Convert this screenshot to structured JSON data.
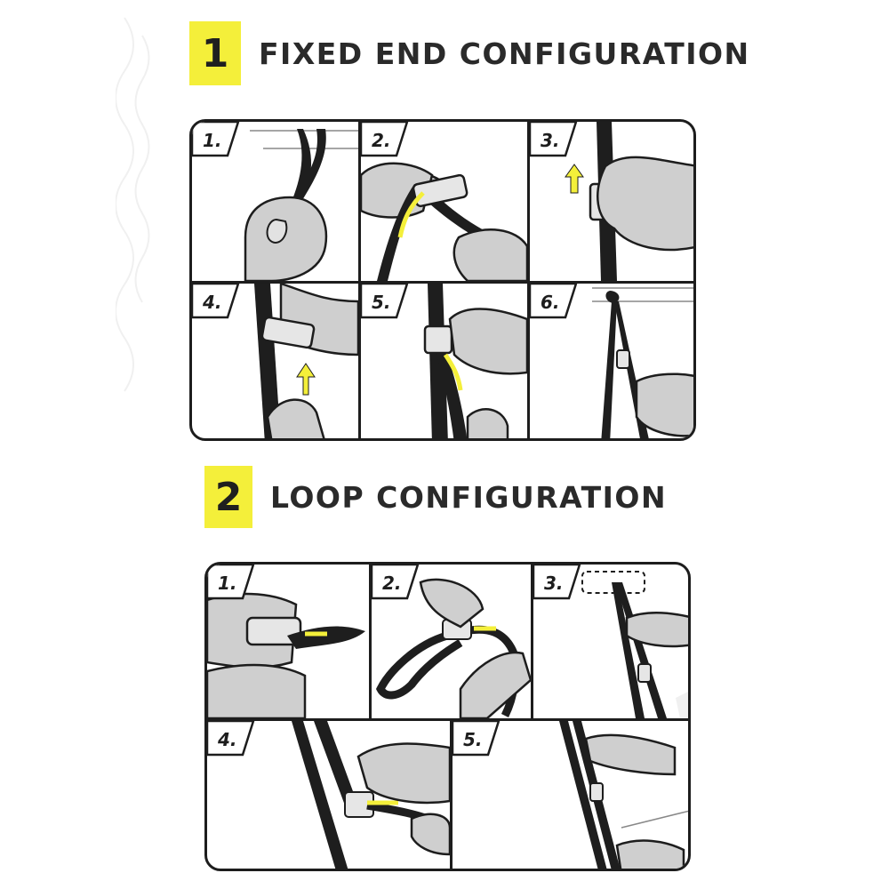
{
  "sections": [
    {
      "number": "1",
      "title": "FIXED END CONFIGURATION",
      "steps": [
        "1.",
        "2.",
        "3.",
        "4.",
        "5.",
        "6."
      ]
    },
    {
      "number": "2",
      "title": "LOOP CONFIGURATION",
      "steps": [
        "1.",
        "2.",
        "3.",
        "4.",
        "5."
      ]
    }
  ],
  "colors": {
    "accent_yellow": "#f4ef3a",
    "strap": "#1e1e1e",
    "hand_fill": "#cfcfcf",
    "buckle_fill": "#e6e6e6",
    "outline": "#1d1d1d"
  },
  "icons": [
    "strap-illustration",
    "buckle-icon",
    "hand-illustration",
    "direction-arrow-icon"
  ]
}
